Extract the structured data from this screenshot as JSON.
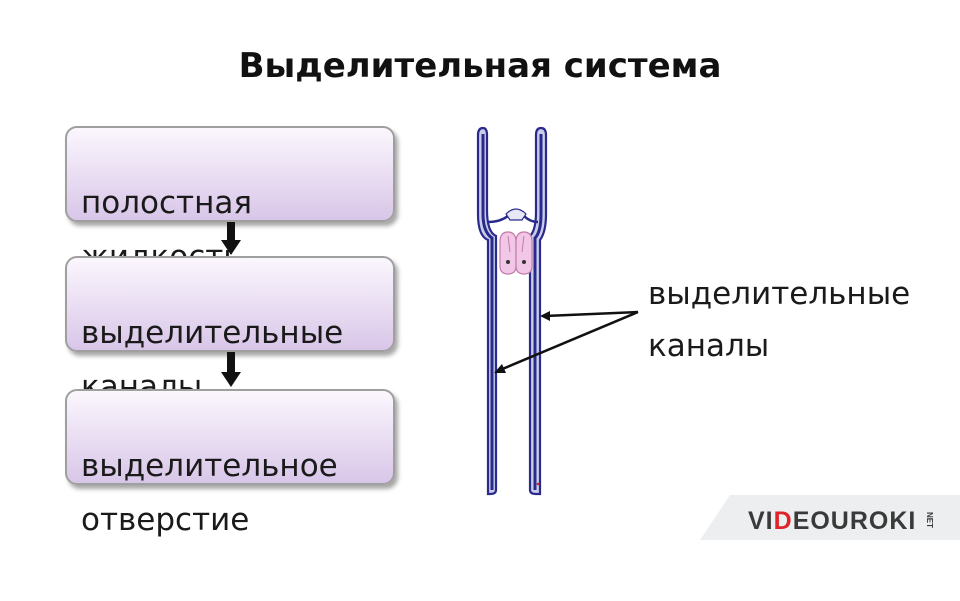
{
  "title": "Выделительная система",
  "flow": [
    {
      "text": "полостная\nжидкость"
    },
    {
      "text": "выделительные\nканалы"
    },
    {
      "text": "выделительное\nотверстие"
    }
  ],
  "diagram_label": "выделительные\nканалы",
  "colors": {
    "box_fill": "#e3d6ef",
    "canal": "#2a2a8c",
    "canal_light": "#b9bfe6",
    "flame_cell": "#f2c6e6"
  },
  "brand": {
    "prefix": "VI",
    "accent": "D",
    "suffix": "EOUROKI",
    "net": "NET"
  }
}
